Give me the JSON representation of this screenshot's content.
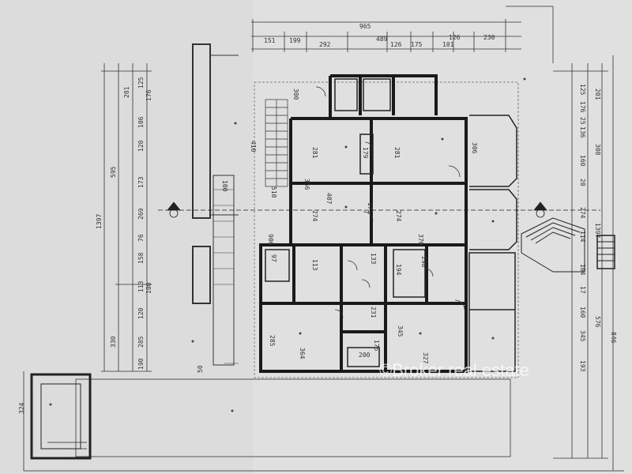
{
  "watermark": "©Broker real estate",
  "dimensions": {
    "top_total": "965",
    "top_row": [
      "151",
      "199",
      "292",
      "489",
      "126",
      "175",
      "101",
      "126",
      "230"
    ],
    "left_total": "1397",
    "left_outer_a": "595",
    "left_outer_b": "330",
    "left_col_a": [
      "201",
      "125",
      "176",
      "106",
      "120",
      "173",
      "269",
      "76",
      "158",
      "113",
      "100",
      "120",
      "285",
      "190"
    ],
    "right_col": [
      "125",
      "176",
      "25",
      "136",
      "160",
      "20",
      "274",
      "114",
      "104",
      "17",
      "160",
      "345",
      "193",
      "576",
      "308",
      "201",
      "1397",
      "846"
    ],
    "interior": [
      "300",
      "410",
      "281",
      "356",
      "281",
      "306",
      "510",
      "407",
      "274",
      "171",
      "274",
      "370",
      "906",
      "97",
      "113",
      "133",
      "194",
      "298",
      "345",
      "364",
      "285",
      "327",
      "200",
      "175",
      "324",
      "100",
      "50",
      "231",
      "179"
    ]
  }
}
